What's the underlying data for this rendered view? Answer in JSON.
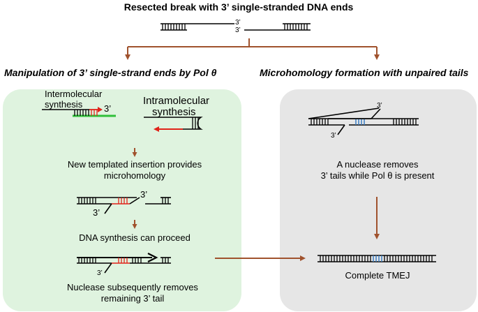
{
  "title": "Resected break with 3’ single-stranded DNA ends",
  "strand_end_label": "3’",
  "colors": {
    "left_panel": "#dff3df",
    "right_panel": "#e6e6e6",
    "arrow": "#a0522d",
    "insertion": "#e0231a",
    "microhomology": "#3b7fc4",
    "template": "#2fbf3a"
  },
  "left": {
    "heading": "Manipulation of 3’ single-strand ends by Pol θ",
    "inter_line1": "Intermolecular",
    "inter_line2": "synthesis",
    "intra_line1": "Intramolecular",
    "intra_line2": "synthesis",
    "insertion_line1": "New templated insertion provides",
    "insertion_line2": "microhomology",
    "proceed": "DNA synthesis can proceed",
    "nuclease_line1": "Nuclease subsequently removes",
    "nuclease_line2": "remaining 3’ tail"
  },
  "right": {
    "heading": "Microhomology formation with unpaired tails",
    "nuclease_line1": "A nuclease removes",
    "nuclease_line2": "3’ tails while Pol θ is present",
    "complete": "Complete TMEJ"
  }
}
